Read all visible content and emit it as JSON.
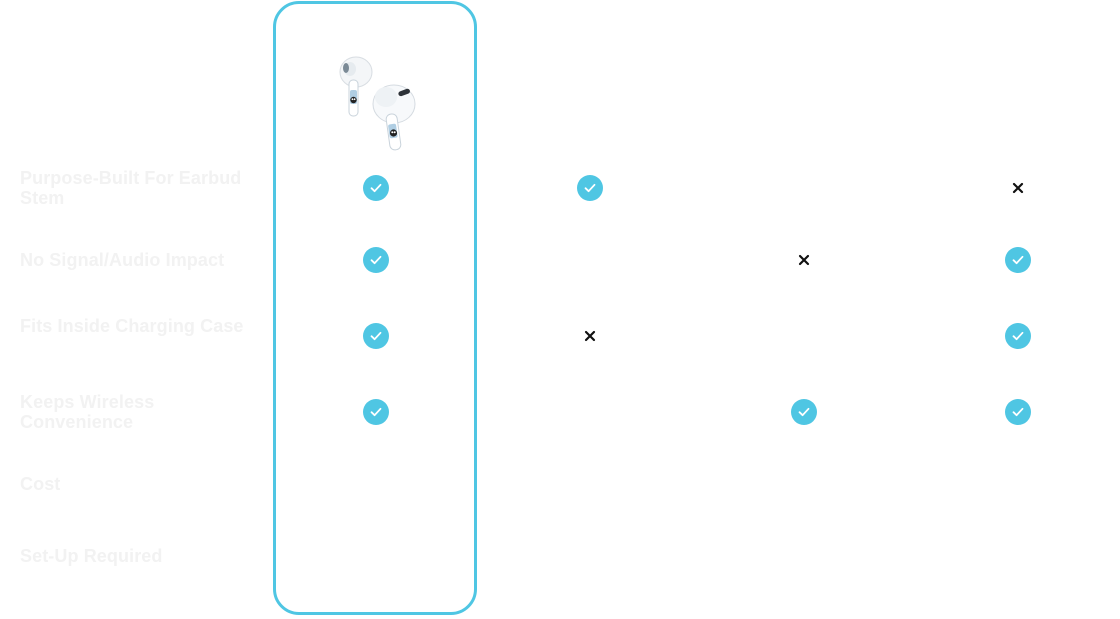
{
  "colors": {
    "accent": "#4fc6e3",
    "label_text": "#f2f2f2",
    "cross": "#111111"
  },
  "product": {
    "image": "earbuds-with-stem-covers"
  },
  "rows": [
    {
      "label": "Purpose-Built For Earbud Stem",
      "cells": [
        "check",
        "check",
        "none",
        "cross"
      ]
    },
    {
      "label": "No Signal/Audio Impact",
      "cells": [
        "check",
        "none",
        "cross",
        "check"
      ]
    },
    {
      "label": "Fits Inside Charging Case",
      "cells": [
        "check",
        "cross",
        "none",
        "check"
      ]
    },
    {
      "label": "Keeps Wireless Convenience",
      "cells": [
        "check",
        "none",
        "check",
        "check"
      ]
    },
    {
      "label": "Cost",
      "cells": [
        "none",
        "none",
        "none",
        "none"
      ]
    },
    {
      "label": "Set-Up Required",
      "cells": [
        "none",
        "none",
        "none",
        "none"
      ]
    }
  ]
}
